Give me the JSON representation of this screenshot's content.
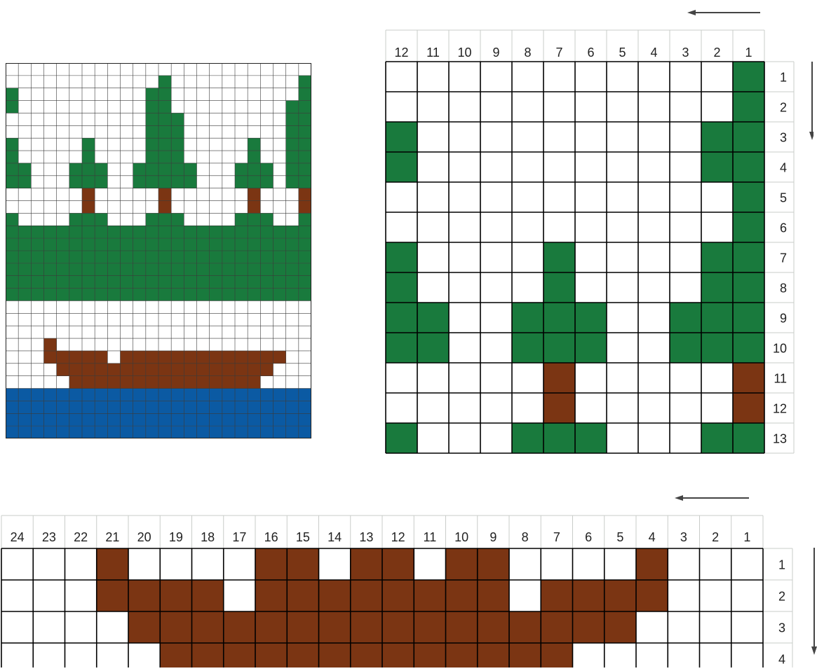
{
  "colors": {
    "green": "#197a3d",
    "brown": "#7b3513",
    "blue": "#0b5aa3",
    "white": "#ffffff",
    "grid": "#000000",
    "label_grid": "#c9ccc9",
    "arrow": "#444444"
  },
  "preview": {
    "columns": 24,
    "rows": 30,
    "legend": "w = white, g = green, b = brown, u = blue",
    "pattern": [
      "wwwwwwwwwwwwwwwwwwwwwwww",
      "wwwwwwwwwwwwgwwwwwwwwwwg",
      "gwwwwwwwwwwggwwwwwwwwwwg",
      "gwwwwwwwwwwggwwwwwwwwwgg",
      "wwwwwwwwwwwgggwwwwwwwwgg",
      "wwwwwwwwwwwgggwwwwwwwwgg",
      "gwwwwwgwwwwgggwwwwwgwwgg",
      "gwwwwwgwwwwgggwwwwwgwwgg",
      "ggwwwgggwwgggggwwwgggwgg",
      "ggwwwgggwwgggggwwwgggwgg",
      "wwwwwwbwwwwwbwwwwwwbwwwb",
      "wwwwwwbwwwwwbwwwwwwbwwwb",
      "gwwwwgggwwwgggwwwwgggwwg",
      "gggggggggggggggggggggggg",
      "gggggggggggggggggggggggg",
      "gggggggggggggggggggggggg",
      "gggggggggggggggggggggggg",
      "gggggggggggggggggggggggg",
      "gggggggggggggggggggggggg",
      "wwwwwwwwwwwwwwwwwwwwwwww",
      "wwwwwwwwwwwwwwwwwwwwwwww",
      "wwwwwwwwwwwwwwwwwwwwwwww",
      "wwwbwwwwwwwwwwwwwwwwwwww",
      "wwwbbbbbwbbbbbbbbbbbbbww",
      "wwwwbbbbbbbbbbbbbbbbbwww",
      "wwwwwbbbbbbbbbbbbbbbwwww",
      "uuuuuuuuuuuuuuuuuuuuuuuu",
      "uuuuuuuuuuuuuuuuuuuuuuuu",
      "uuuuuuuuuuuuuuuuuuuuuuuu",
      "uuuuuuuuuuuuuuuuuuuuuuuu"
    ]
  },
  "chart_tree": {
    "columns": 12,
    "rows": 13,
    "column_labels": [
      "12",
      "11",
      "10",
      "9",
      "8",
      "7",
      "6",
      "5",
      "4",
      "3",
      "2",
      "1"
    ],
    "row_labels": [
      "1",
      "2",
      "3",
      "4",
      "5",
      "6",
      "7",
      "8",
      "9",
      "10",
      "11",
      "12",
      "13"
    ],
    "legend": "w = white, g = green, b = brown; columns listed left to right",
    "pattern": [
      "wwwwwwwwwwwg",
      "wwwwwwwwwwwg",
      "gwwwwwwwwwgg",
      "gwwwwwwwwwgg",
      "wwwwwwwwwwwg",
      "wwwwwwwwwwwg",
      "gwwwwgwwwwgg",
      "gwwwwgwwwwgg",
      "ggwwgggwwggg",
      "ggwwgggwwggg",
      "wwwwwbwwwwwb",
      "wwwwwbwwwwwb",
      "gwwwgggwwwgg"
    ]
  },
  "chart_boat": {
    "columns": 24,
    "rows": 4,
    "column_labels": [
      "24",
      "23",
      "22",
      "21",
      "20",
      "19",
      "18",
      "17",
      "16",
      "15",
      "14",
      "13",
      "12",
      "11",
      "10",
      "9",
      "8",
      "7",
      "6",
      "5",
      "4",
      "3",
      "2",
      "1"
    ],
    "row_labels": [
      "1",
      "2",
      "3",
      "4"
    ],
    "legend": "w = white, b = brown; columns listed left to right",
    "pattern": [
      "wwwbwwwwbbwbbwbbwwwwbwww",
      "wwwbbbbwbbbbbbbbwbbbbwww",
      "wwwwbbbbbbbbbbbbbbbbwwww",
      "wwwwwbbbbbbbbbbbbbwwwwww"
    ]
  }
}
